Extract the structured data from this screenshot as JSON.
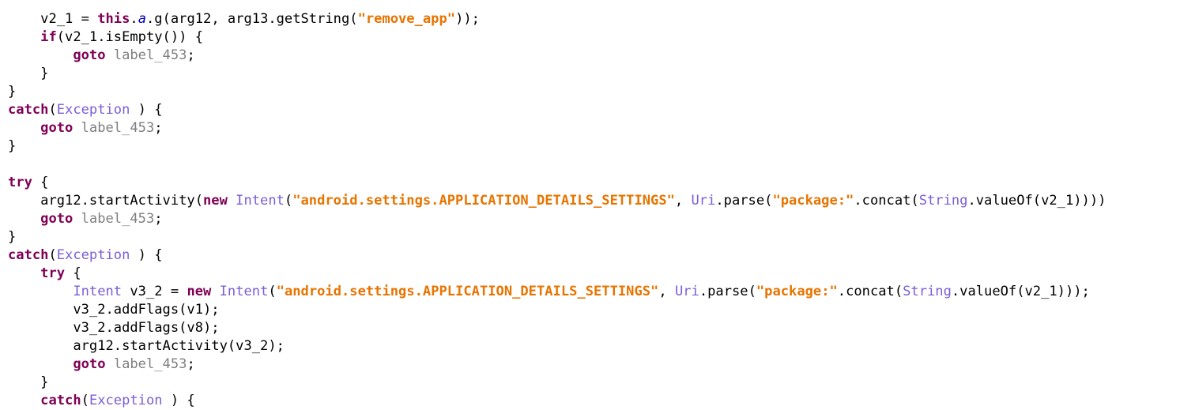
{
  "colors": {
    "keyword": "#7f0055",
    "string": "#e87400",
    "type": "#7a5fd6",
    "label": "#7f7f7f",
    "field": "#0000c0",
    "plain": "#000000",
    "background": "#ffffff"
  },
  "lines": [
    {
      "indent": 4,
      "tokens": [
        {
          "t": "plain",
          "v": "v2_1 = "
        },
        {
          "t": "keyword",
          "v": "this"
        },
        {
          "t": "plain",
          "v": "."
        },
        {
          "t": "field",
          "v": "a"
        },
        {
          "t": "plain",
          "v": ".g(arg12, arg13.getString("
        },
        {
          "t": "string",
          "v": "\"remove_app\""
        },
        {
          "t": "plain",
          "v": "));"
        }
      ]
    },
    {
      "indent": 4,
      "tokens": [
        {
          "t": "keyword",
          "v": "if"
        },
        {
          "t": "plain",
          "v": "(v2_1.isEmpty()) {"
        }
      ]
    },
    {
      "indent": 8,
      "tokens": [
        {
          "t": "keyword",
          "v": "goto"
        },
        {
          "t": "plain",
          "v": " "
        },
        {
          "t": "label",
          "v": "label_453"
        },
        {
          "t": "plain",
          "v": ";"
        }
      ]
    },
    {
      "indent": 4,
      "tokens": [
        {
          "t": "plain",
          "v": "}"
        }
      ]
    },
    {
      "indent": 0,
      "tokens": [
        {
          "t": "plain",
          "v": "}"
        }
      ]
    },
    {
      "indent": 0,
      "tokens": [
        {
          "t": "keyword",
          "v": "catch"
        },
        {
          "t": "plain",
          "v": "("
        },
        {
          "t": "type",
          "v": "Exception"
        },
        {
          "t": "plain",
          "v": " ) {"
        }
      ]
    },
    {
      "indent": 4,
      "tokens": [
        {
          "t": "keyword",
          "v": "goto"
        },
        {
          "t": "plain",
          "v": " "
        },
        {
          "t": "label",
          "v": "label_453"
        },
        {
          "t": "plain",
          "v": ";"
        }
      ]
    },
    {
      "indent": 0,
      "tokens": [
        {
          "t": "plain",
          "v": "}"
        }
      ]
    },
    {
      "indent": 0,
      "tokens": []
    },
    {
      "indent": 0,
      "tokens": [
        {
          "t": "keyword",
          "v": "try"
        },
        {
          "t": "plain",
          "v": " {"
        }
      ]
    },
    {
      "indent": 4,
      "tokens": [
        {
          "t": "plain",
          "v": "arg12.startActivity("
        },
        {
          "t": "keyword",
          "v": "new"
        },
        {
          "t": "plain",
          "v": " "
        },
        {
          "t": "type",
          "v": "Intent"
        },
        {
          "t": "plain",
          "v": "("
        },
        {
          "t": "string",
          "v": "\"android.settings.APPLICATION_DETAILS_SETTINGS\""
        },
        {
          "t": "plain",
          "v": ", "
        },
        {
          "t": "type",
          "v": "Uri"
        },
        {
          "t": "plain",
          "v": ".parse("
        },
        {
          "t": "string",
          "v": "\"package:\""
        },
        {
          "t": "plain",
          "v": ".concat("
        },
        {
          "t": "type",
          "v": "String"
        },
        {
          "t": "plain",
          "v": ".valueOf(v2_1))))"
        }
      ]
    },
    {
      "indent": 4,
      "tokens": [
        {
          "t": "keyword",
          "v": "goto"
        },
        {
          "t": "plain",
          "v": " "
        },
        {
          "t": "label",
          "v": "label_453"
        },
        {
          "t": "plain",
          "v": ";"
        }
      ]
    },
    {
      "indent": 0,
      "tokens": [
        {
          "t": "plain",
          "v": "}"
        }
      ]
    },
    {
      "indent": 0,
      "tokens": [
        {
          "t": "keyword",
          "v": "catch"
        },
        {
          "t": "plain",
          "v": "("
        },
        {
          "t": "type",
          "v": "Exception"
        },
        {
          "t": "plain",
          "v": " ) {"
        }
      ]
    },
    {
      "indent": 4,
      "tokens": [
        {
          "t": "keyword",
          "v": "try"
        },
        {
          "t": "plain",
          "v": " {"
        }
      ]
    },
    {
      "indent": 8,
      "tokens": [
        {
          "t": "type",
          "v": "Intent"
        },
        {
          "t": "plain",
          "v": " v3_2 = "
        },
        {
          "t": "keyword",
          "v": "new"
        },
        {
          "t": "plain",
          "v": " "
        },
        {
          "t": "type",
          "v": "Intent"
        },
        {
          "t": "plain",
          "v": "("
        },
        {
          "t": "string",
          "v": "\"android.settings.APPLICATION_DETAILS_SETTINGS\""
        },
        {
          "t": "plain",
          "v": ", "
        },
        {
          "t": "type",
          "v": "Uri"
        },
        {
          "t": "plain",
          "v": ".parse("
        },
        {
          "t": "string",
          "v": "\"package:\""
        },
        {
          "t": "plain",
          "v": ".concat("
        },
        {
          "t": "type",
          "v": "String"
        },
        {
          "t": "plain",
          "v": ".valueOf(v2_1)));"
        }
      ]
    },
    {
      "indent": 8,
      "tokens": [
        {
          "t": "plain",
          "v": "v3_2.addFlags(v1);"
        }
      ]
    },
    {
      "indent": 8,
      "tokens": [
        {
          "t": "plain",
          "v": "v3_2.addFlags(v8);"
        }
      ]
    },
    {
      "indent": 8,
      "tokens": [
        {
          "t": "plain",
          "v": "arg12.startActivity(v3_2);"
        }
      ]
    },
    {
      "indent": 8,
      "tokens": [
        {
          "t": "keyword",
          "v": "goto"
        },
        {
          "t": "plain",
          "v": " "
        },
        {
          "t": "label",
          "v": "label_453"
        },
        {
          "t": "plain",
          "v": ";"
        }
      ]
    },
    {
      "indent": 4,
      "tokens": [
        {
          "t": "plain",
          "v": "}"
        }
      ]
    },
    {
      "indent": 4,
      "tokens": [
        {
          "t": "keyword",
          "v": "catch"
        },
        {
          "t": "plain",
          "v": "("
        },
        {
          "t": "type",
          "v": "Exception"
        },
        {
          "t": "plain",
          "v": " ) {"
        }
      ]
    }
  ]
}
